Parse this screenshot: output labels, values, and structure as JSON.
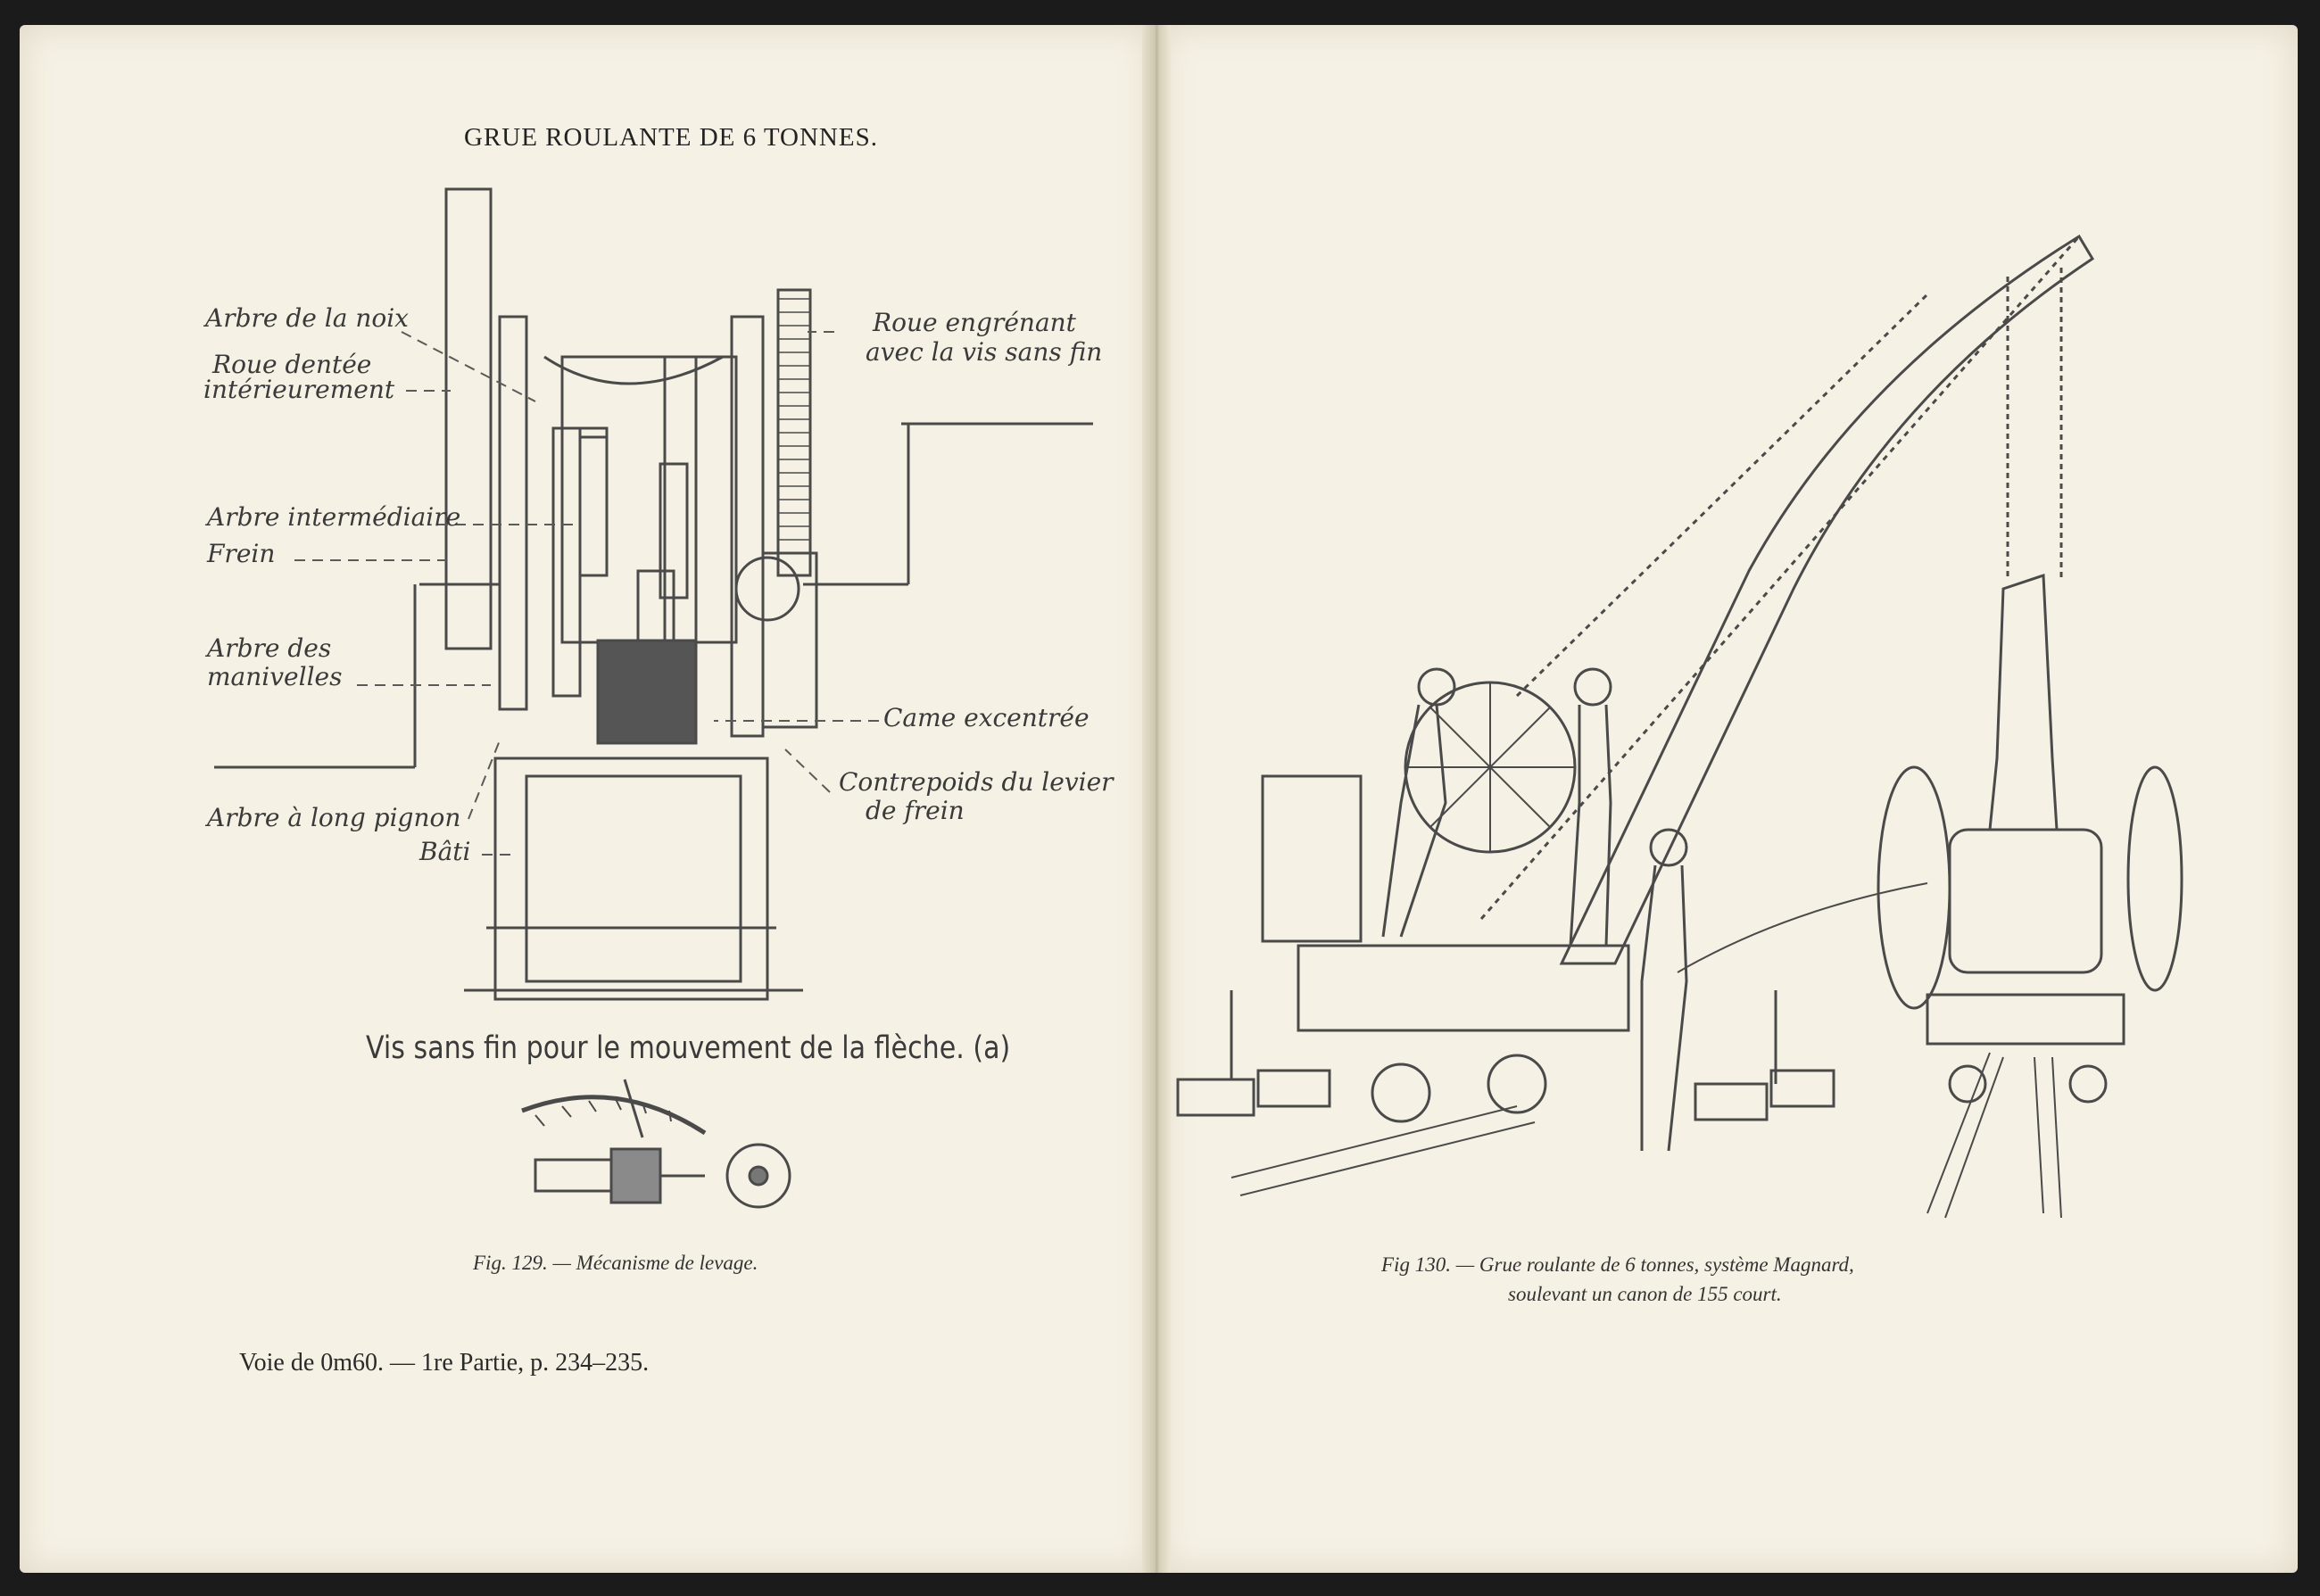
{
  "left_page": {
    "running_head": "GRUE ROULANTE DE 6 TONNES.",
    "labels": {
      "arbre_noix": "Arbre de la noix",
      "roue_dentee_1": "Roue dentée",
      "roue_dentee_2": "intérieurement",
      "arbre_intermediaire": "Arbre intermédiaire",
      "frein": "Frein",
      "arbre_manivelles_1": "Arbre des",
      "arbre_manivelles_2": "manivelles",
      "arbre_long_pignon": "Arbre à long pignon",
      "bati": "Bâti",
      "roue_engrenant_1": "Roue engrénant",
      "roue_engrenant_2": "avec la vis sans fin",
      "came_excentree": "Came excentrée",
      "contrepoids_1": "Contrepoids du levier",
      "contrepoids_2": "de frein"
    },
    "worm_title": "Vis sans fin pour le mouvement de la flèche. (a)",
    "caption_fig": "Fig. 129.",
    "caption_text": "— Mécanisme de levage.",
    "footer": "Voie de 0m60. — 1re Partie, p. 234–235."
  },
  "right_page": {
    "caption_fig": "Fig 130.",
    "caption_line1": "— Grue roulante de 6 tonnes, système Magnard,",
    "caption_line2": "soulevant un canon de 155 court."
  },
  "colors": {
    "paper": "#f5f1e4",
    "ink": "#3a3a3a",
    "background": "#1b1b1b"
  }
}
